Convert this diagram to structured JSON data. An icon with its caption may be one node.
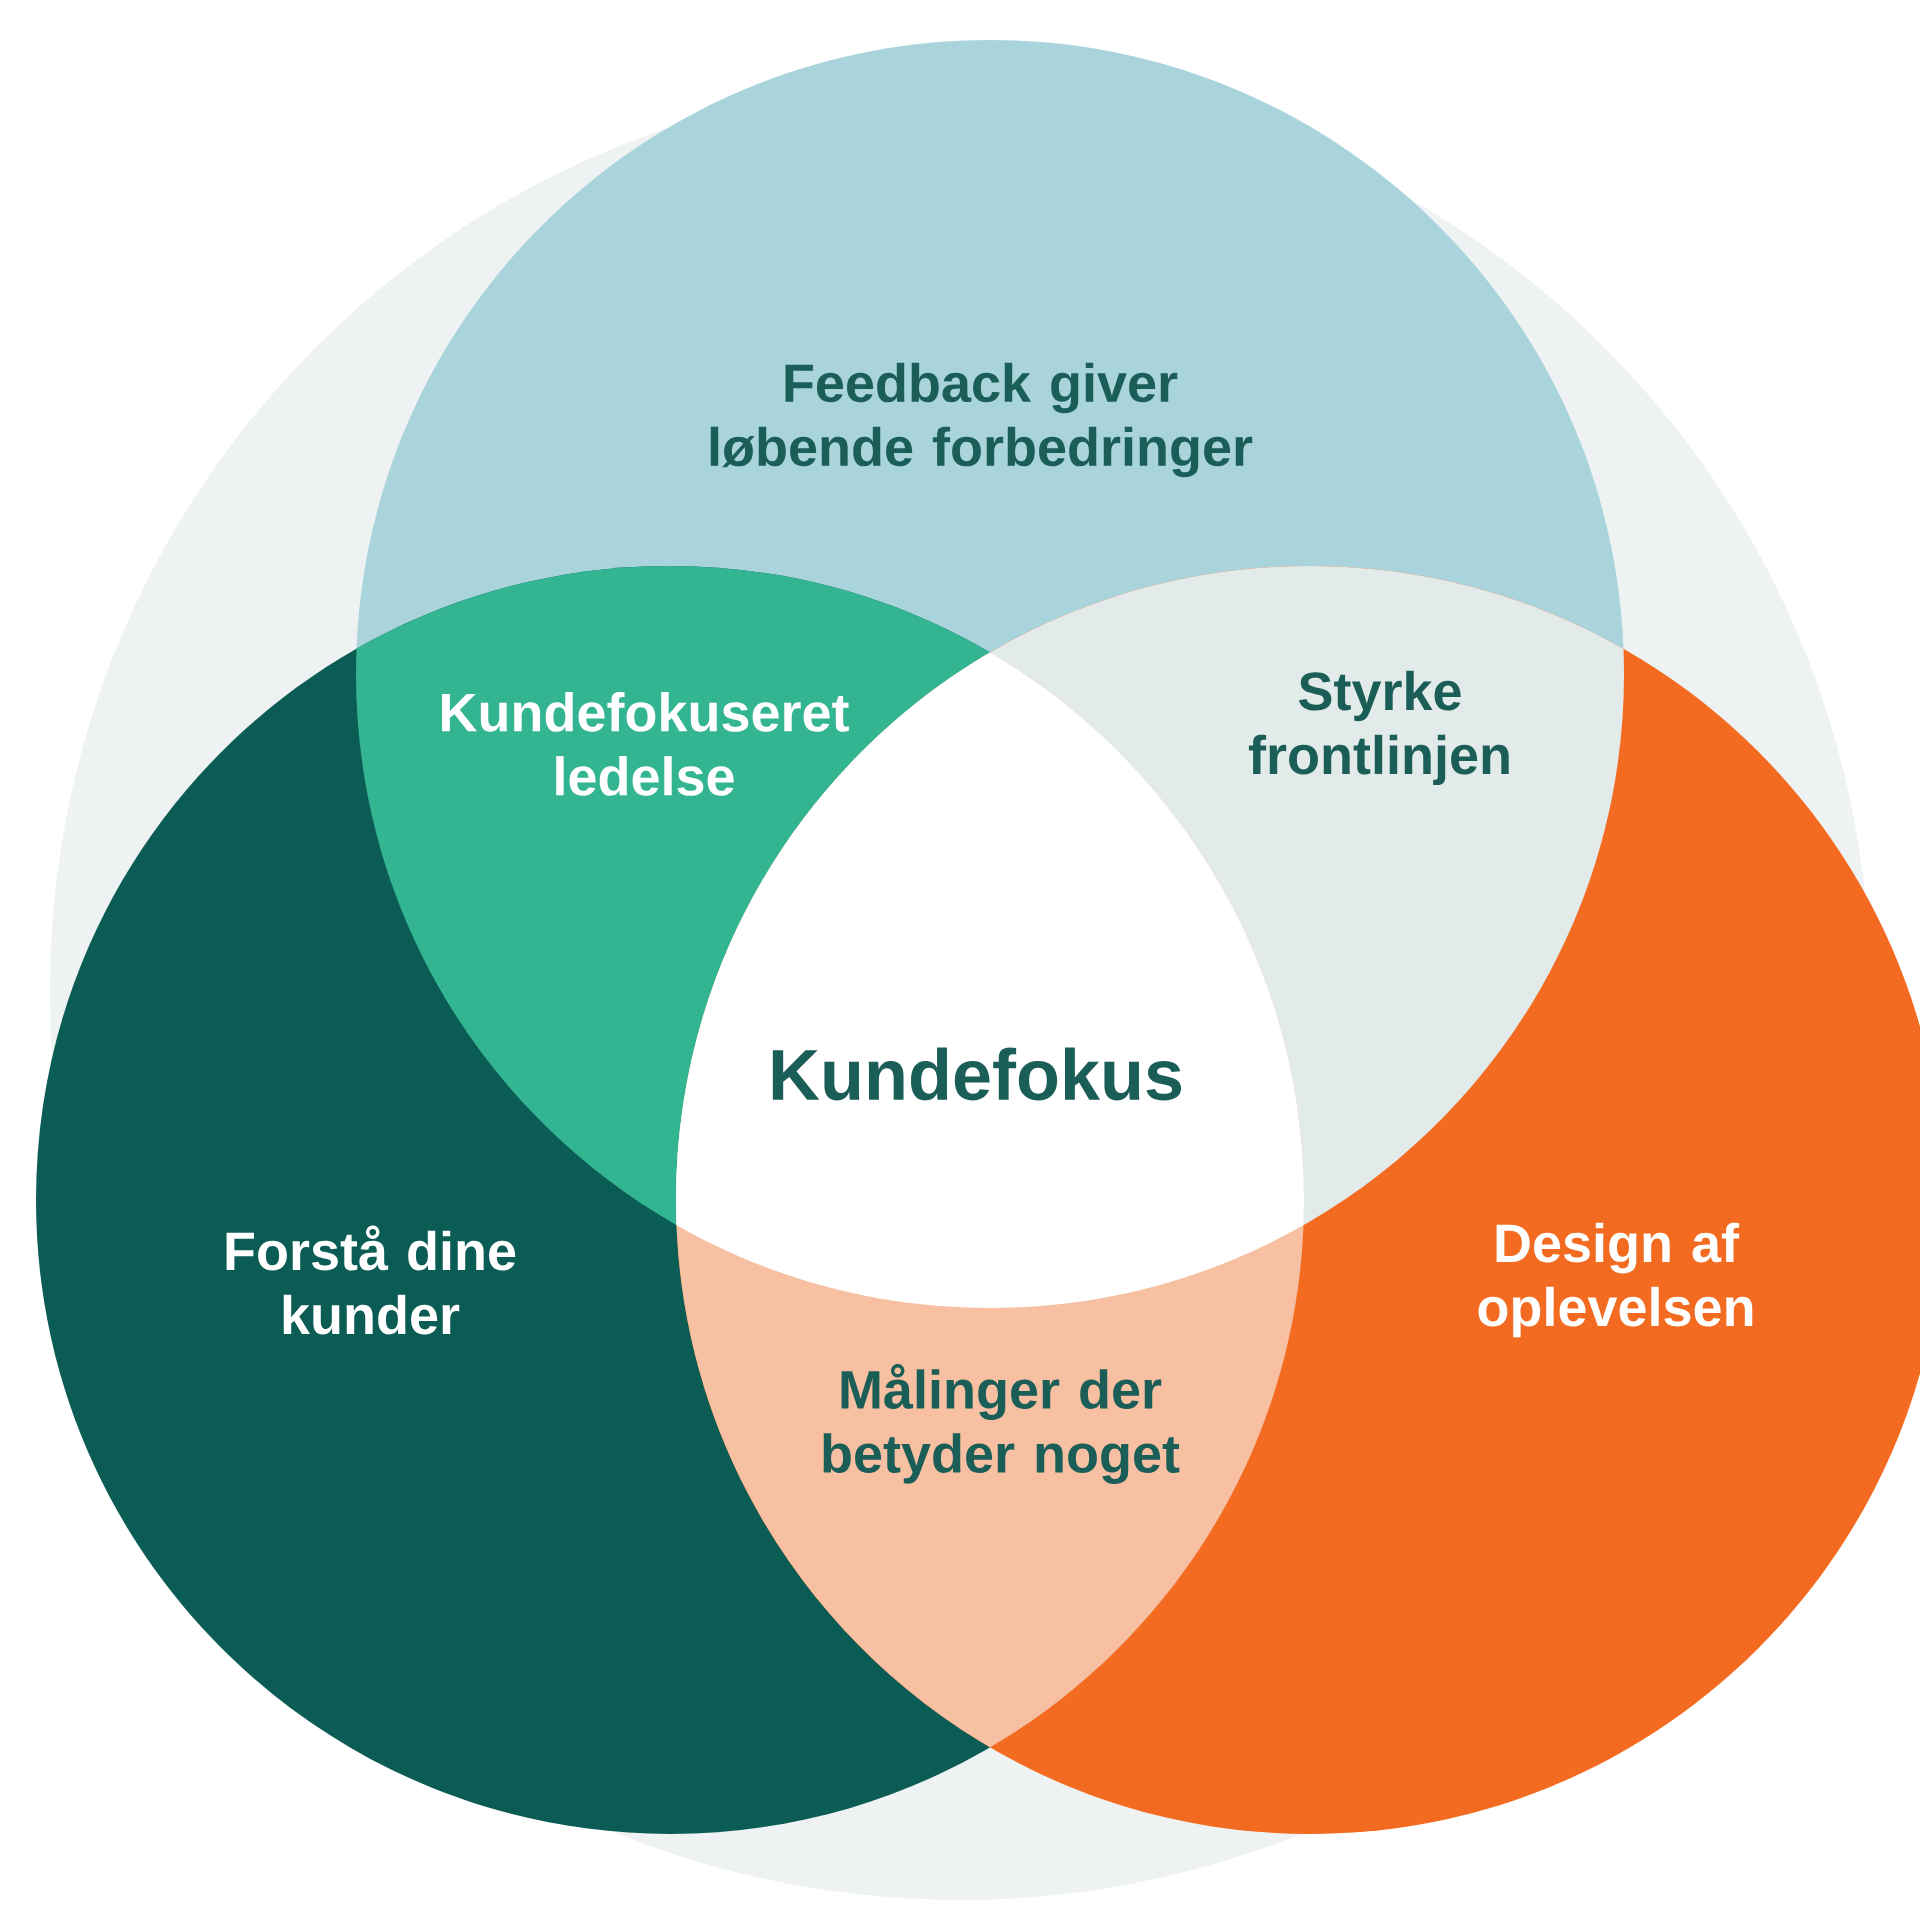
{
  "diagram": {
    "nodes": [
      {
        "text": [
          "Feedback giver løbende forbedringer"
        ]
      },
      {
        "text": [
          "Kundefokuseret ledelse"
        ]
      },
      {
        "text": [
          "Styrke frontlinjen"
        ]
      },
      {
        "text": [
          "Kundefokus"
        ]
      },
      {
        "text": [
          "Forstå dine kunder"
        ]
      },
      {
        "text": [
          "Design af oplevelsen"
        ]
      },
      {
        "text": [
          "Målinger der betyder noget"
        ]
      }
    ]
  }
}
